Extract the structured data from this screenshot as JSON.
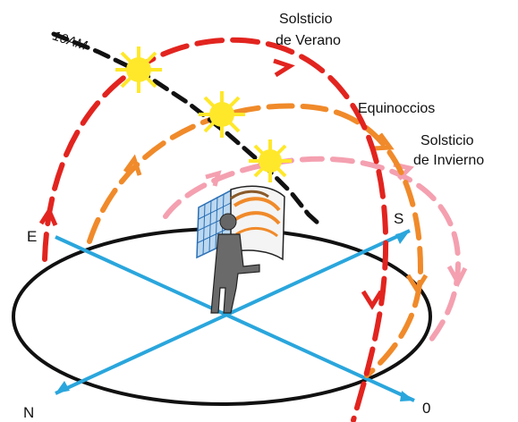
{
  "labels": {
    "summer": [
      "Solsticio",
      "de Verano"
    ],
    "equinox": "Equinoccios",
    "winter": [
      "Solsticio",
      "de Invierno"
    ],
    "time": "10AM",
    "east": "E",
    "south": "S",
    "north": "N",
    "west": "0"
  },
  "colors": {
    "summer_path": "#e2241f",
    "equinox_path": "#f08a2a",
    "winter_path": "#f4a0b0",
    "time_line": "#111111",
    "axes": "#2aa6dc",
    "sun": "#ffe82a",
    "ground": "#111111"
  }
}
